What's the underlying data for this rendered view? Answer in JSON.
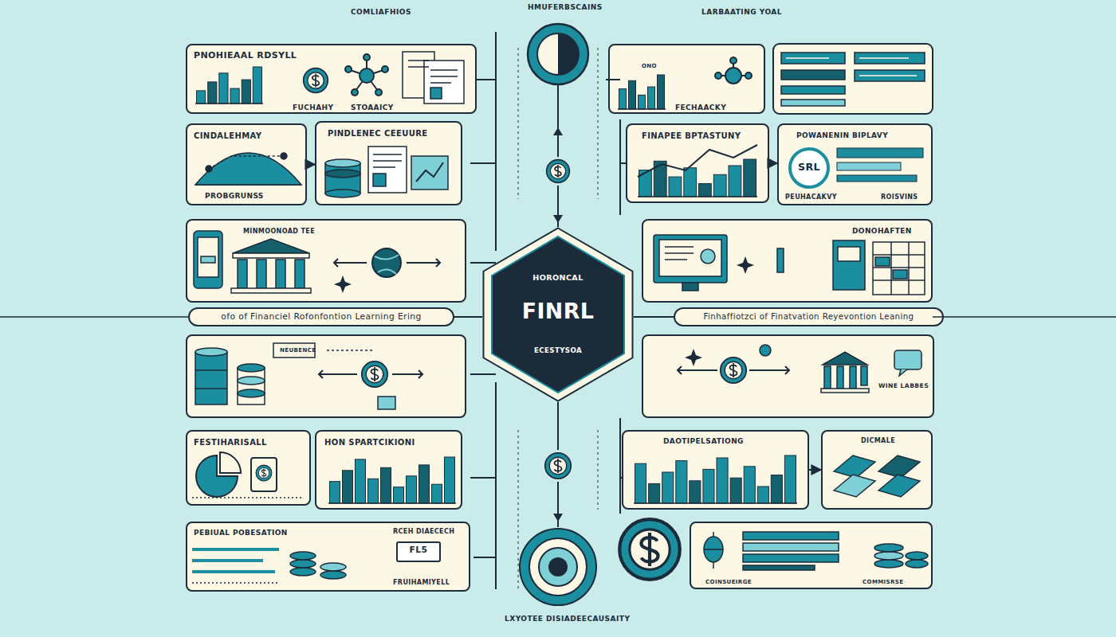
{
  "diagram": {
    "nodes": [
      {
        "text": [
          "PNOHIEAAL RDSYLL",
          "FUCHAHY",
          "STOAAICY"
        ]
      },
      {
        "text": [
          "CINDALEHMAY",
          "PROBGRUNSS"
        ]
      },
      {
        "text": [
          "PINDLENEC CEEUURE"
        ]
      },
      {
        "text": [
          "MINMOONOAD TEE"
        ]
      },
      {
        "text": [
          "ofo of Financiel Rofonfontion Learning Ering"
        ]
      },
      {
        "text": [
          "NEUBENCE"
        ]
      },
      {
        "text": [
          "FESTIHARISALL"
        ]
      },
      {
        "text": [
          "HON SPARTCIKIONI"
        ]
      },
      {
        "text": [
          "PEBIUAL POBESATION",
          "RCEH DIAECECH",
          "FRUIHAMIYELL"
        ]
      },
      {
        "text": [
          "FL5"
        ],
        "in": 8
      },
      {
        "text": [
          "HORONCAL",
          "FINRL",
          "ECESTYSOA"
        ]
      },
      {
        "text": [
          "ONO",
          "FECHAACKY"
        ]
      },
      {
        "text": [
          "FINAPEE BPTASTUNY"
        ]
      },
      {
        "text": [
          "POWANENIN BIPLAVY",
          "PEUHACAKVY",
          "ROISVINS"
        ]
      },
      {
        "text": [
          "SRL"
        ],
        "in": 13
      },
      {
        "text": [
          "DONOHAFTEN"
        ]
      },
      {
        "text": [
          "Finhaffiotzci of Finatvation Reyevontion Leaning"
        ]
      },
      {
        "text": [
          "WINE LABBES"
        ]
      },
      {
        "text": [
          "DAOTIPELSATIONG"
        ]
      },
      {
        "text": [
          "DICMALE"
        ]
      },
      {
        "text": [
          "COINSUEIRGE",
          "COMMISRSE"
        ]
      }
    ],
    "edges": [
      {
        "from": 1,
        "to": 2,
        "arrow": "to"
      },
      {
        "from": 12,
        "to": 13,
        "arrow": "to"
      },
      {
        "from": 18,
        "to": 19,
        "arrow": "to"
      },
      {
        "from": 4,
        "to": 10,
        "arrow": "none"
      },
      {
        "from": 10,
        "to": 16,
        "arrow": "none"
      }
    ],
    "labels": [
      "COMLIAFHIOS",
      "HMUFERBSCAINS",
      "LARBAATING YOAL",
      "LXYOTEE DISIADEECAUSAITY"
    ]
  }
}
